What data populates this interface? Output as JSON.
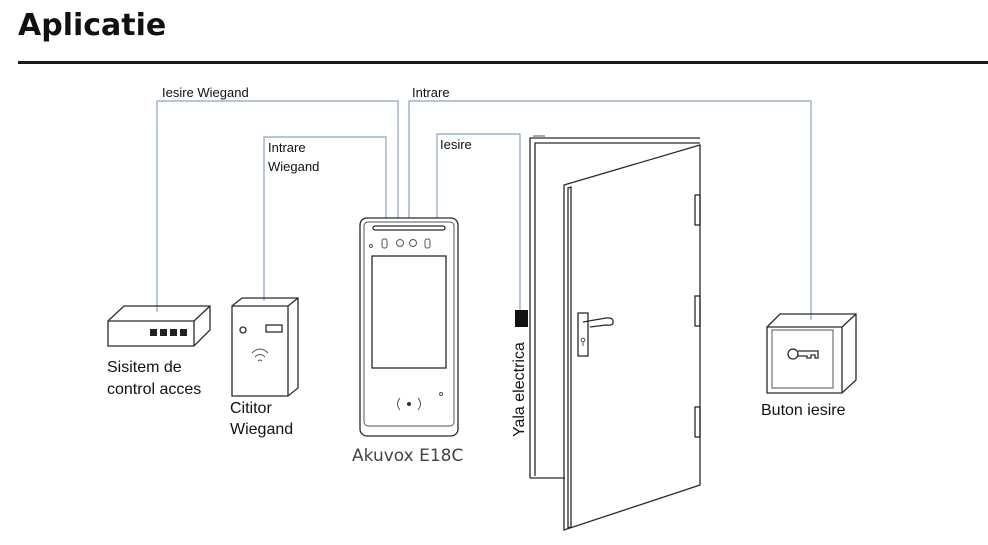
{
  "header": {
    "title": "Aplicatie"
  },
  "wires": {
    "wiegand_out": "Iesire Wiegand",
    "wiegand_in_line1": "Intrare",
    "wiegand_in_line2": "Wiegand",
    "input": "Intrare",
    "output": "Iesire"
  },
  "devices": {
    "access_control_line1": "Sisitem de",
    "access_control_line2": "control acces",
    "reader_line1": "Cititor",
    "reader_line2": "Wiegand",
    "intercom": "Akuvox E18C",
    "electric_lock": "Yala electrica",
    "exit_button": "Buton iesire"
  }
}
